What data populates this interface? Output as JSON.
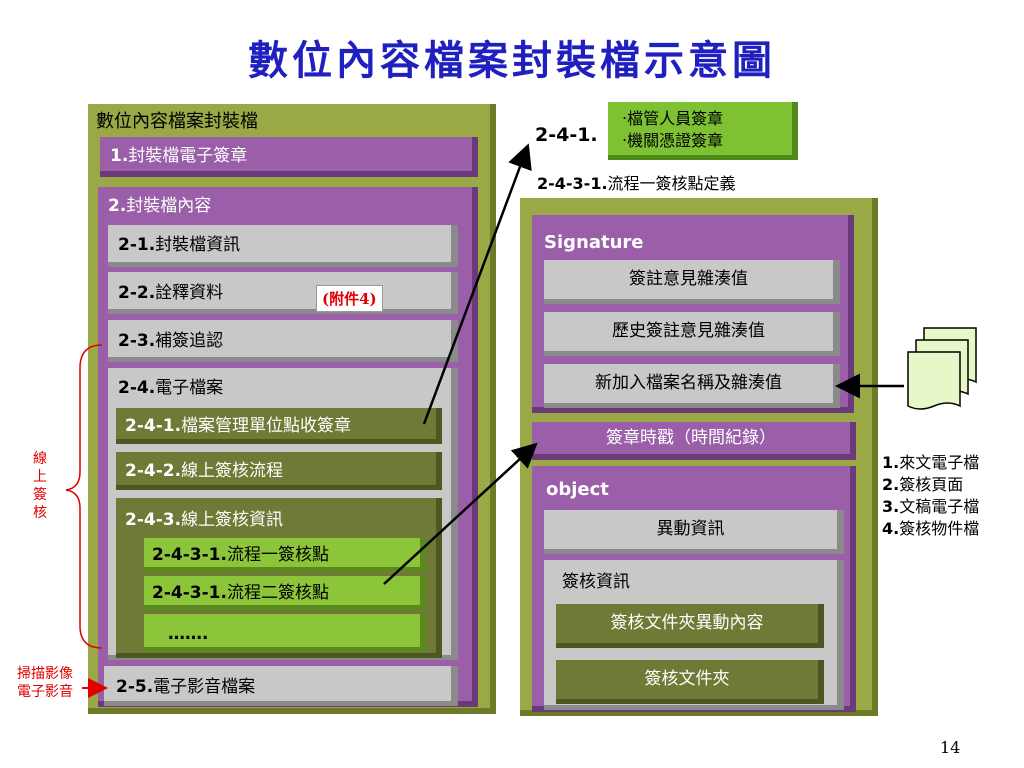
{
  "title": "數位內容檔案封裝檔示意圖",
  "left": {
    "outer_label": "數位內容檔案封裝檔",
    "sig": {
      "num": "1.",
      "text": "封裝檔電子簽章"
    },
    "content": {
      "num": "2.",
      "text": "封裝檔內容"
    },
    "info": {
      "num": "2-1.",
      "text": "封裝檔資訊"
    },
    "meta": {
      "num": "2-2.",
      "text": "詮釋資料",
      "note": "(附件4)"
    },
    "supp": {
      "num": "2-3.",
      "text": "補簽追認"
    },
    "efile": {
      "num": "2-4.",
      "text": "電子檔案"
    },
    "receive": {
      "num": "2-4-1.",
      "text": "檔案管理單位點收簽章"
    },
    "flow": {
      "num": "2-4-2.",
      "text": "線上簽核流程"
    },
    "flowinfo": {
      "num": "2-4-3.",
      "text": "線上簽核資訊"
    },
    "p1": {
      "num": "2-4-3-1.",
      "text": "流程一簽核點"
    },
    "p2": {
      "num": "2-4-3-1.",
      "text": "流程二簽核點"
    },
    "more": "…….",
    "av": {
      "num": "2-5.",
      "text": "電子影音檔案"
    }
  },
  "side": {
    "online": [
      "線",
      "上",
      "簽",
      "核"
    ],
    "scan": [
      "掃描影像",
      "電子影音"
    ]
  },
  "top_right": {
    "label": "2-4-1.",
    "green": [
      "‧檔管人員簽章",
      "‧機關憑證簽章"
    ],
    "def": {
      "num": "2-4-3-1.",
      "text": "流程一簽核點定義"
    }
  },
  "right": {
    "signature_label": "Signature",
    "sig_items": [
      "簽註意見雜湊值",
      "歷史簽註意見雜湊值",
      "新加入檔案名稱及雜湊值"
    ],
    "timestamp": "簽章時戳（時間紀錄）",
    "object_label": "object",
    "change_info": "異動資訊",
    "sign_info": "簽核資訊",
    "folder_change": "簽核文件夾異動內容",
    "folder": "簽核文件夾"
  },
  "docs": [
    {
      "num": "1.",
      "text": "來文電子檔"
    },
    {
      "num": "2.",
      "text": "簽核頁面"
    },
    {
      "num": "3.",
      "text": "文稿電子檔"
    },
    {
      "num": "4.",
      "text": "簽核物件檔"
    }
  ],
  "page_number": "14"
}
